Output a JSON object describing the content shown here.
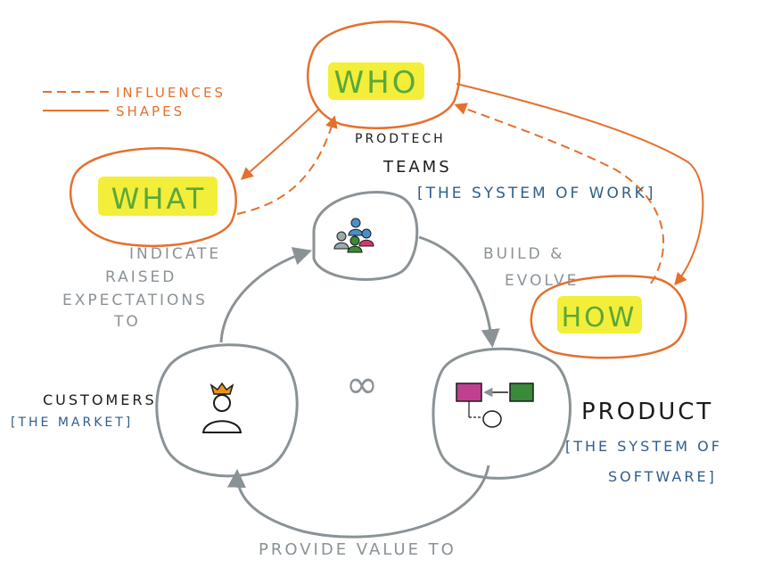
{
  "legend": {
    "influences": "INFLUENCES",
    "shapes": "SHAPES"
  },
  "nodes": {
    "who": "WHO",
    "what": "WHAT",
    "how": "HOW"
  },
  "teams": {
    "line1": "PRODTECH",
    "line2": "TEAMS",
    "subtitle": "[THE SYSTEM OF WORK]"
  },
  "customers": {
    "title": "CUSTOMERS",
    "subtitle": "[THE MARKET]"
  },
  "product": {
    "title": "PRODUCT",
    "subtitle_line1": "[THE SYSTEM OF",
    "subtitle_line2": "SOFTWARE]"
  },
  "edges": {
    "build_line1": "BUILD &",
    "build_line2": "EVOLVE",
    "indicate_line1": "INDICATE",
    "indicate_line2": "RAISED",
    "indicate_line3": "EXPECTATIONS",
    "indicate_line4": "TO",
    "provide": "PROVIDE VALUE TO"
  },
  "icons": {
    "loop": "∞"
  },
  "colors": {
    "orange": "#e4702e",
    "highlight": "#f3ee3a",
    "gray": "#8a9296",
    "blue": "#2f5e8c",
    "black": "#1b1b1b",
    "green": "#5aa83c"
  }
}
